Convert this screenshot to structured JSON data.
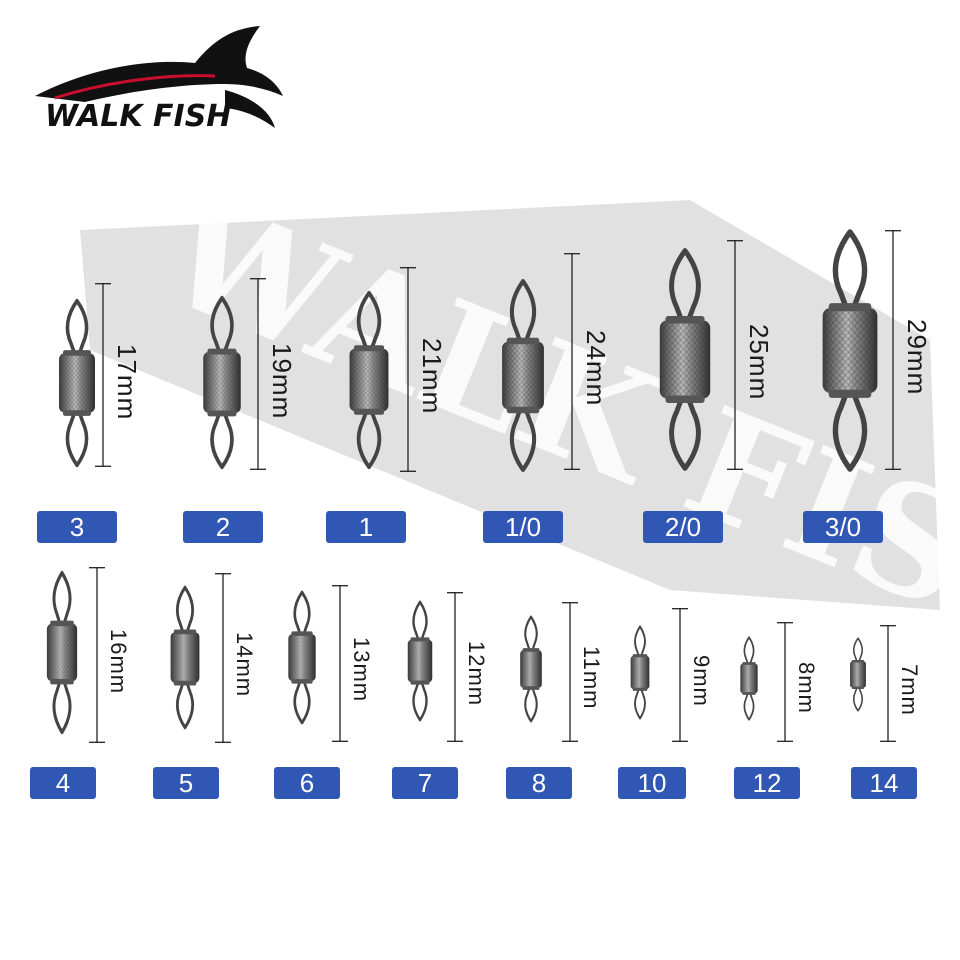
{
  "brand": {
    "logo_text": "WALK FISH",
    "watermark_text": "WALK FISH"
  },
  "colors": {
    "badge": "#2f57b3",
    "metal_dark": "#3b3b3b",
    "metal_light": "#b9b9b9",
    "logo_red": "#c8102e"
  },
  "icons": {
    "logo": "shark-logo-icon",
    "item": "rolling-swivel-icon"
  },
  "row1": [
    {
      "size": "3",
      "length": "17mm"
    },
    {
      "size": "2",
      "length": "19mm"
    },
    {
      "size": "1",
      "length": "21mm"
    },
    {
      "size": "1/0",
      "length": "24mm"
    },
    {
      "size": "2/0",
      "length": "25mm"
    },
    {
      "size": "3/0",
      "length": "29mm"
    }
  ],
  "row2": [
    {
      "size": "4",
      "length": "16mm"
    },
    {
      "size": "5",
      "length": "14mm"
    },
    {
      "size": "6",
      "length": "13mm"
    },
    {
      "size": "7",
      "length": "12mm"
    },
    {
      "size": "8",
      "length": "11mm"
    },
    {
      "size": "10",
      "length": "9mm"
    },
    {
      "size": "12",
      "length": "8mm"
    },
    {
      "size": "14",
      "length": "7mm"
    }
  ]
}
